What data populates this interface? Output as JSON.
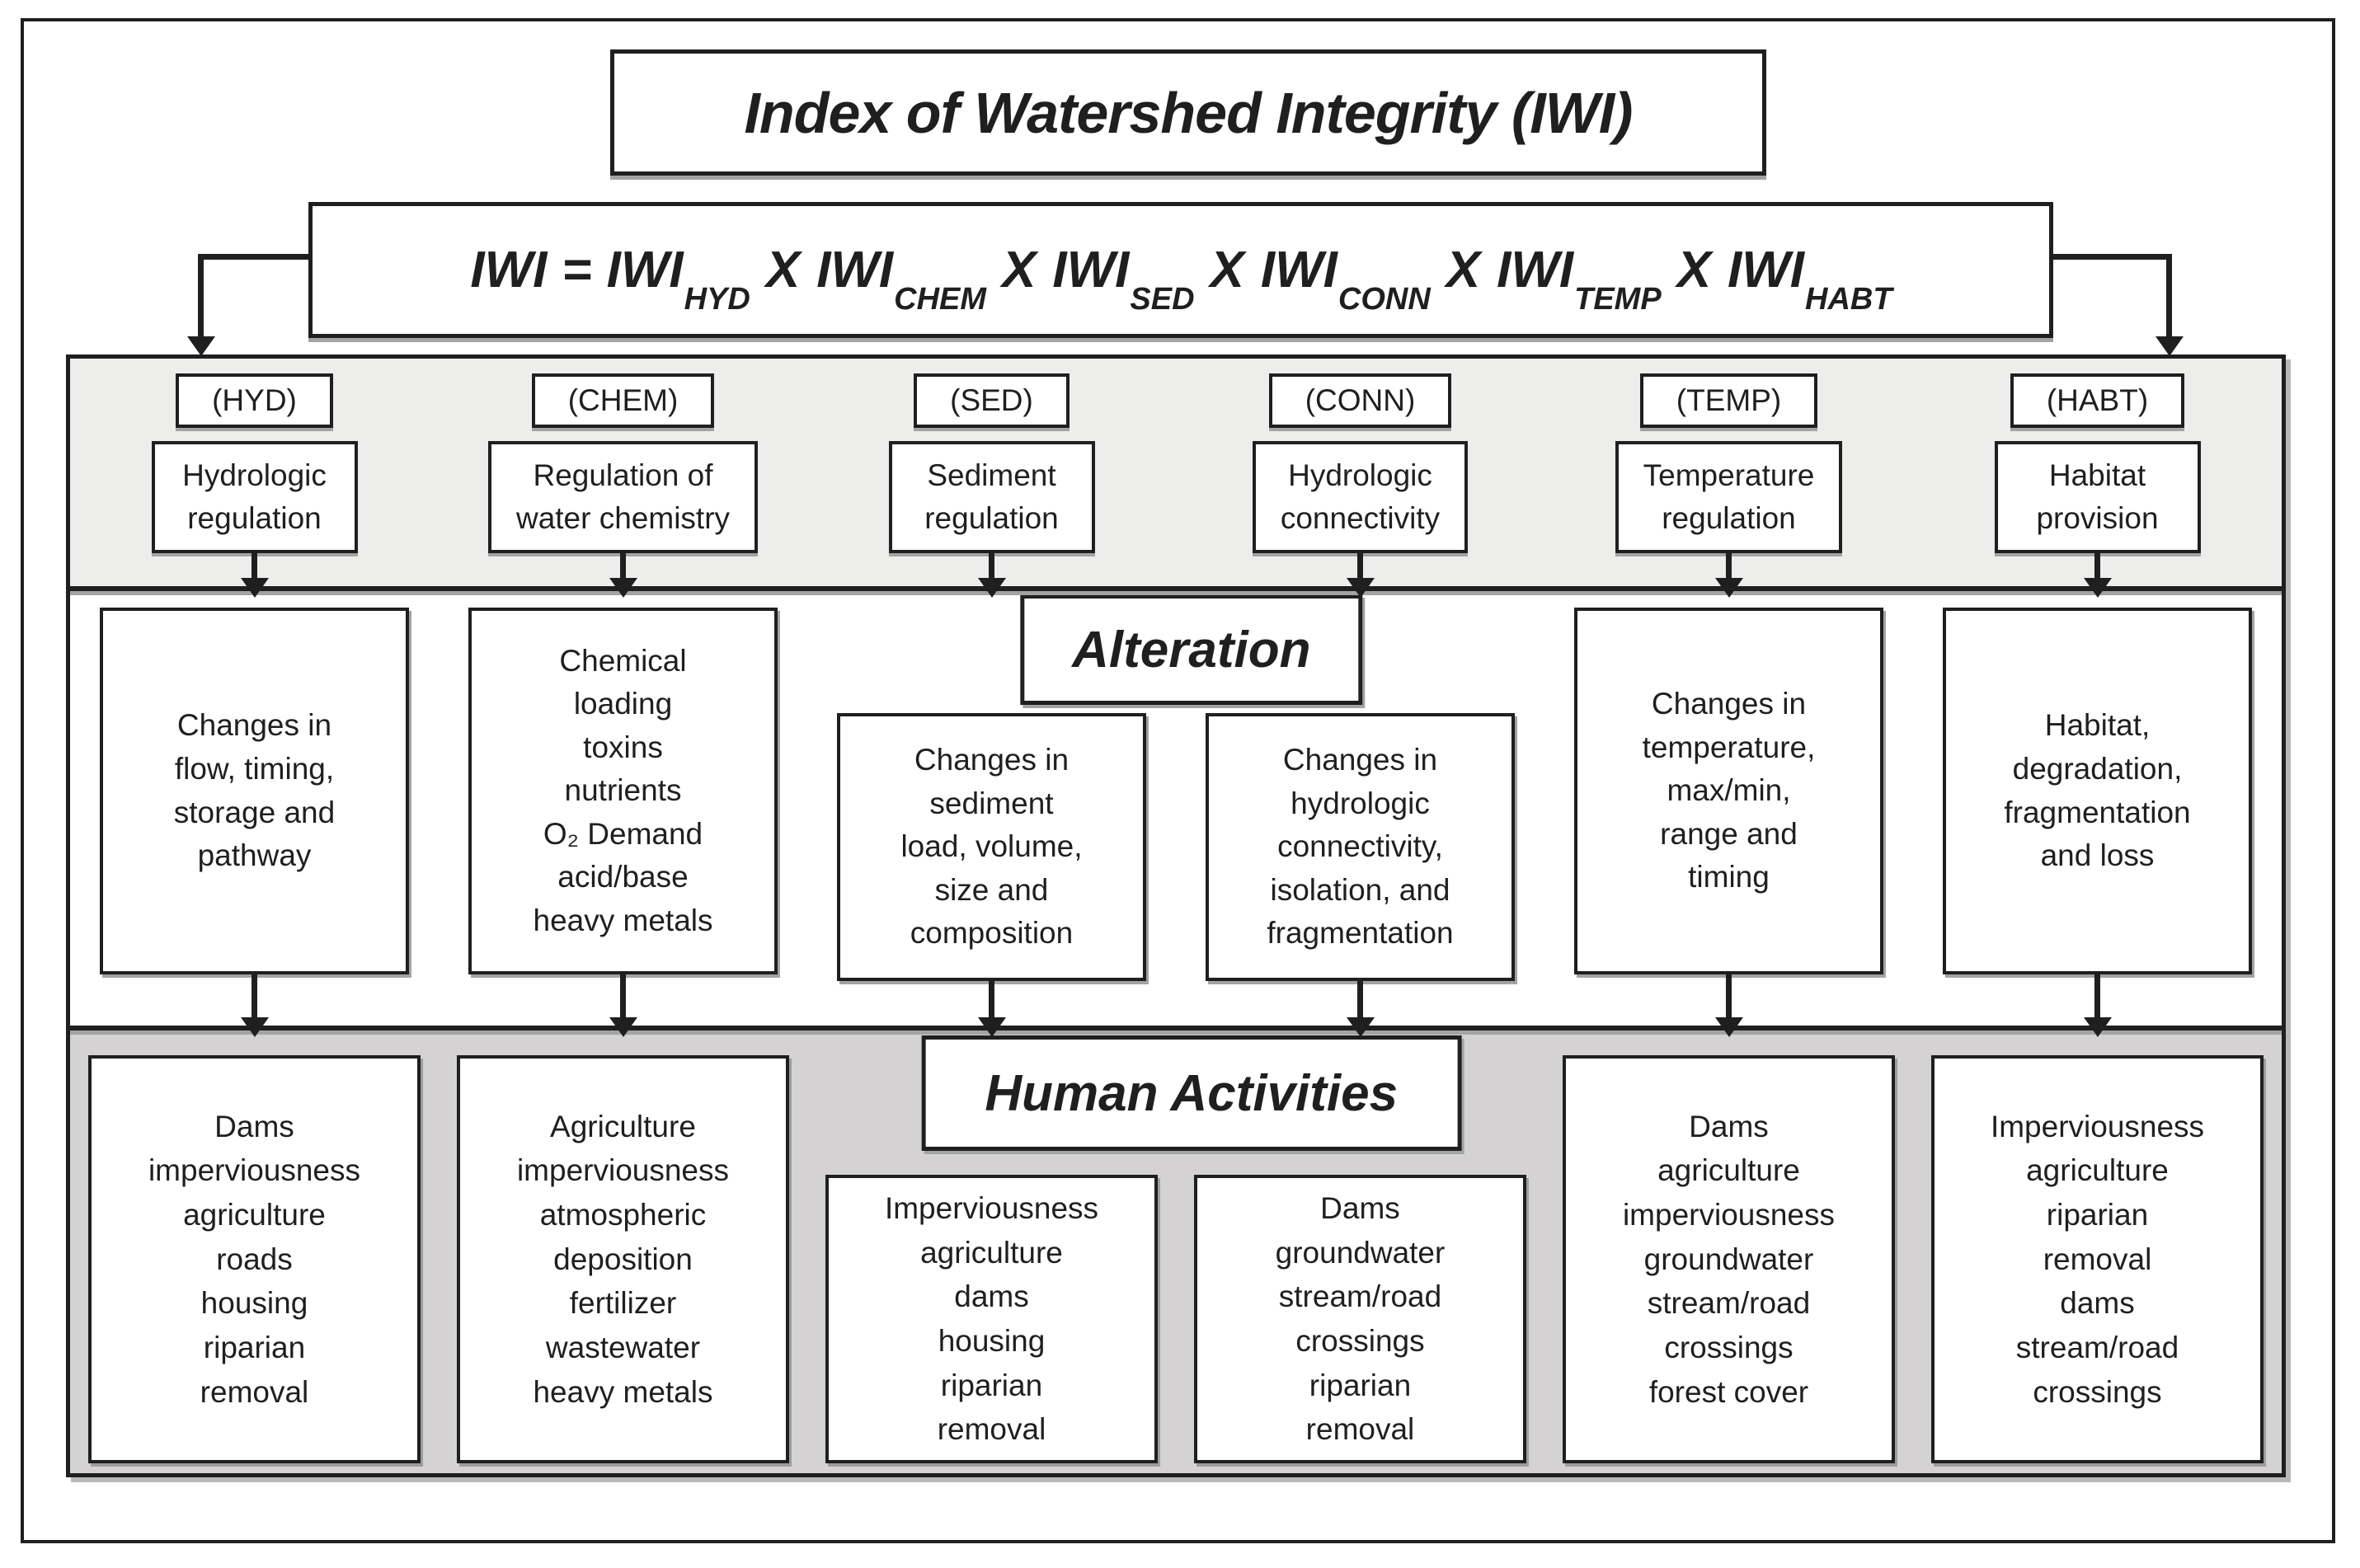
{
  "title": "Index of Watershed Integrity (IWI)",
  "formula": {
    "lhs": "IWI",
    "equals": "=",
    "times": "X",
    "terms": [
      {
        "base": "IWI",
        "sub": "HYD"
      },
      {
        "base": "IWI",
        "sub": "CHEM"
      },
      {
        "base": "IWI",
        "sub": "SED"
      },
      {
        "base": "IWI",
        "sub": "CONN"
      },
      {
        "base": "IWI",
        "sub": "TEMP"
      },
      {
        "base": "IWI",
        "sub": "HABT"
      }
    ]
  },
  "section_titles": {
    "alteration": "Alteration",
    "human_activities": "Human Activities"
  },
  "columns": [
    {
      "code": "(HYD)",
      "function": "Hydrologic\nregulation",
      "alteration": "Changes in\nflow, timing,\nstorage and\npathway",
      "activities": "Dams\nimperviousness\nagriculture\nroads\nhousing\nriparian\nremoval"
    },
    {
      "code": "(CHEM)",
      "function": "Regulation of\nwater chemistry",
      "alteration": "Chemical\nloading\ntoxins\nnutrients\nO₂ Demand\nacid/base\nheavy metals",
      "activities": "Agriculture\nimperviousness\natmospheric\ndeposition\nfertilizer\nwastewater\nheavy metals"
    },
    {
      "code": "(SED)",
      "function": "Sediment\nregulation",
      "alteration": "Changes in\nsediment\nload, volume,\nsize and\ncomposition",
      "activities": "Imperviousness\nagriculture\ndams\nhousing\nriparian\nremoval"
    },
    {
      "code": "(CONN)",
      "function": "Hydrologic\nconnectivity",
      "alteration": "Changes in\nhydrologic\nconnectivity,\nisolation, and\nfragmentation",
      "activities": "Dams\ngroundwater\nstream/road\ncrossings\nriparian\nremoval"
    },
    {
      "code": "(TEMP)",
      "function": "Temperature\nregulation",
      "alteration": "Changes in\ntemperature,\nmax/min,\nrange and\ntiming",
      "activities": "Dams\nagriculture\nimperviousness\ngroundwater\nstream/road\ncrossings\nforest cover"
    },
    {
      "code": "(HABT)",
      "function": "Habitat\nprovision",
      "alteration": "Habitat,\ndegradation,\nfragmentation\nand loss",
      "activities": "Imperviousness\nagriculture\nriparian\nremoval\ndams\nstream/road\ncrossings"
    }
  ],
  "colors": {
    "ink": "#1f1f1f",
    "band1": "#ededec",
    "band2": "#ffffff",
    "band3": "#d4d2d2",
    "shadow": "#a3a3a3"
  }
}
